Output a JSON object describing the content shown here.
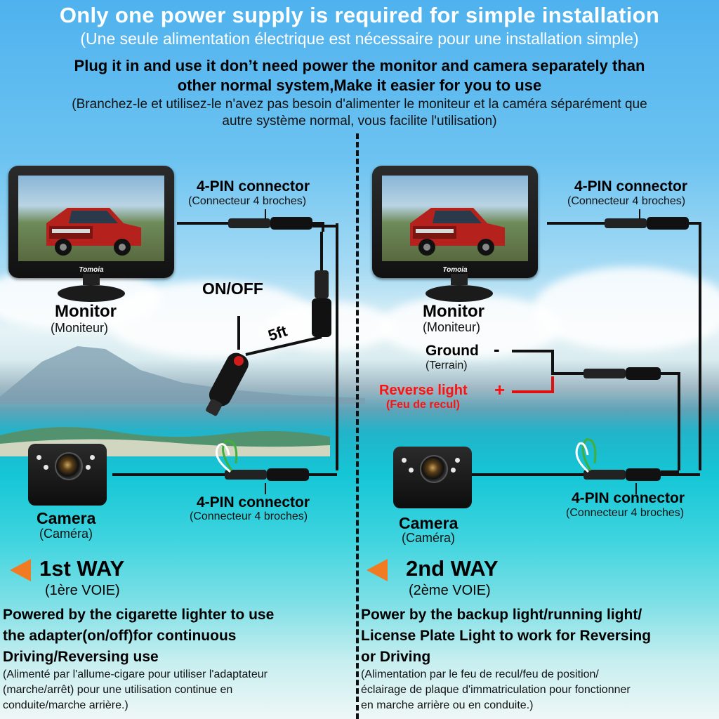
{
  "header": {
    "title": "Only one power supply is required for simple installation",
    "title_fr": "(Une seule alimentation électrique est nécessaire pour une installation simple)",
    "subtitle_line1": "Plug it in and use it don’t need power the monitor and camera separately than",
    "subtitle_line2": "other normal system,Make it easier for you to use",
    "subtitle_fr_line1": "(Branchez-le et utilisez-le n'avez pas besoin d'alimenter le moniteur et la caméra séparément que",
    "subtitle_fr_line2": "autre système normal, vous facilite l'utilisation)"
  },
  "brand": "Tomoia",
  "left": {
    "connector_top": {
      "label": "4-PIN connector",
      "label_fr": "(Connecteur 4 broches)"
    },
    "monitor": {
      "label": "Monitor",
      "label_fr": "(Moniteur)"
    },
    "switch_label": "ON/OFF",
    "cable_length": "5ft",
    "camera": {
      "label": "Camera",
      "label_fr": "(Caméra)"
    },
    "connector_bottom": {
      "label": "4-PIN connector",
      "label_fr": "(Connecteur 4 broches)"
    },
    "way": {
      "title": "1st WAY",
      "subtitle": "(1ère VOIE)"
    },
    "description": [
      "Powered by the cigarette lighter to use",
      "the adapter(on/off)for continuous",
      "Driving/Reversing use"
    ],
    "description_fr": [
      "(Alimenté par l'allume-cigare pour utiliser l'adaptateur",
      "(marche/arrêt) pour une utilisation continue en",
      "conduite/marche arrière.)"
    ]
  },
  "right": {
    "connector_top": {
      "label": "4-PIN connector",
      "label_fr": "(Connecteur 4 broches)"
    },
    "monitor": {
      "label": "Monitor",
      "label_fr": "(Moniteur)"
    },
    "ground": {
      "label": "Ground",
      "sign": "-",
      "label_fr": "(Terrain)"
    },
    "reverse": {
      "label": "Reverse light",
      "sign": "+",
      "label_fr": "(Feu de recul)"
    },
    "camera": {
      "label": "Camera",
      "label_fr": "(Caméra)"
    },
    "connector_bottom": {
      "label": "4-PIN connector",
      "label_fr": "(Connecteur 4 broches)"
    },
    "way": {
      "title": "2nd WAY",
      "subtitle": "(2ème VOIE)"
    },
    "description": [
      "Power by the backup light/running light/",
      "License Plate Light to work for Reversing",
      "or Driving"
    ],
    "description_fr": [
      "(Alimentation par le feu de recul/feu de position/",
      "éclairage de plaque d'immatriculation pour fonctionner",
      "en marche arrière ou en conduite.)"
    ]
  },
  "colors": {
    "accent_arrow": "#f07b22",
    "reverse_red": "#ff1111",
    "cable": "#111111",
    "title_white": "#ffffff"
  }
}
